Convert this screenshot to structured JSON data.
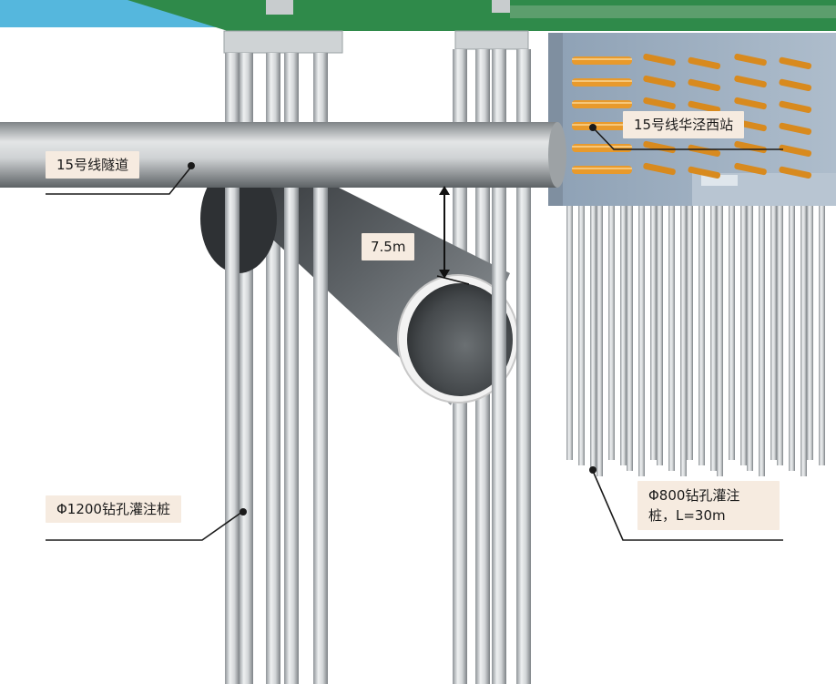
{
  "labels": {
    "tunnel15": "15号线隧道",
    "station": "15号线华泾西站",
    "clearance": "7.5m",
    "pile1200": "Φ1200钻孔灌注桩",
    "pile800_line1": "Φ800钻孔灌注",
    "pile800_line2": "桩，L=30m"
  },
  "colors": {
    "roof_green": "#2f8a4a",
    "sky_blue": "#55b7dd",
    "station_box": "#9eb0c4",
    "pipe_orange": "#e89a2c",
    "pile_gray": "#c9cdd0",
    "label_bg": "#f6ebe0"
  }
}
